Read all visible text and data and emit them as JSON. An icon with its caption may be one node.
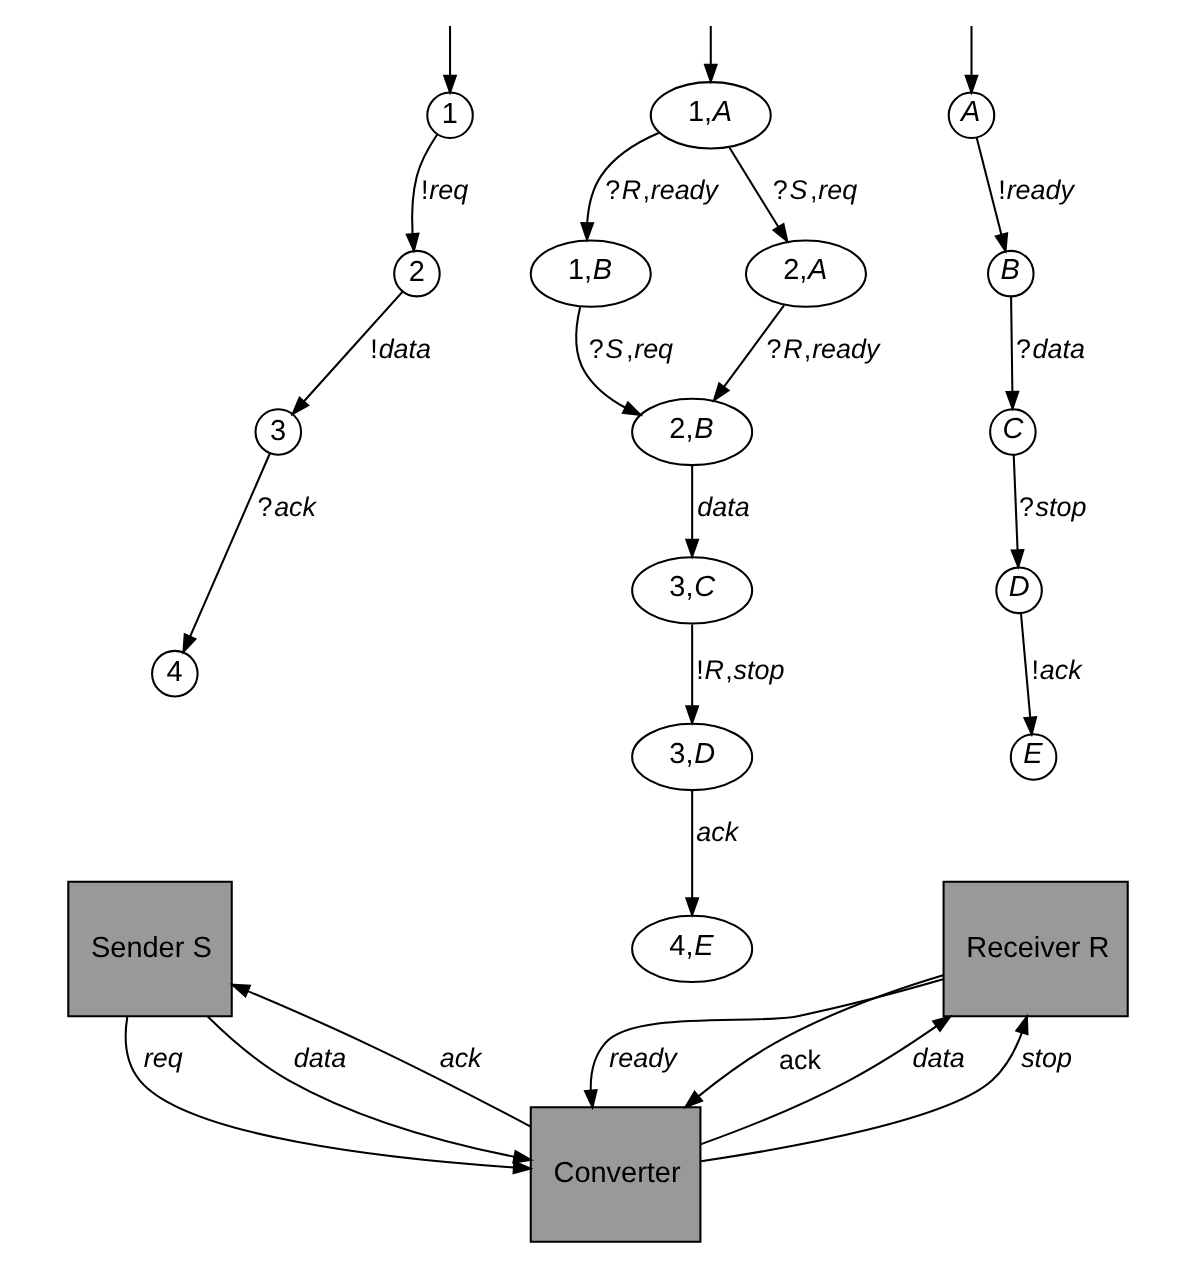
{
  "diagram": {
    "nodes": [
      {
        "text": [
          "1"
        ]
      },
      {
        "text": [
          "2"
        ]
      },
      {
        "text": [
          "3"
        ]
      },
      {
        "text": [
          "4"
        ]
      },
      {
        "text": [
          "1,*A*"
        ]
      },
      {
        "text": [
          "2,*A*"
        ]
      },
      {
        "text": [
          "1,*B*"
        ]
      },
      {
        "text": [
          "2,*B*"
        ]
      },
      {
        "text": [
          "3,*C*"
        ]
      },
      {
        "text": [
          "3,*D*"
        ]
      },
      {
        "text": [
          "4,*E*"
        ]
      },
      {
        "text": [
          "A"
        ]
      },
      {
        "text": [
          "B"
        ]
      },
      {
        "text": [
          "C"
        ]
      },
      {
        "text": [
          "D"
        ]
      },
      {
        "text": [
          "E"
        ]
      },
      {
        "text": [
          "Sender S"
        ]
      },
      {
        "text": [
          "Converter"
        ]
      },
      {
        "text": [
          "Receiver R"
        ]
      }
    ],
    "edges": [
      {
        "from": null,
        "to": 0,
        "arrow": "to"
      },
      {
        "from": 0,
        "to": 1,
        "arrow": "to",
        "label": "!*req*"
      },
      {
        "from": 1,
        "to": 2,
        "arrow": "to",
        "label": "!*data*"
      },
      {
        "from": 2,
        "to": 3,
        "arrow": "to",
        "label": "?*ack*"
      },
      {
        "from": null,
        "to": 4,
        "arrow": "to"
      },
      {
        "from": 4,
        "to": 5,
        "arrow": "to",
        "label": "?*S*,*req*"
      },
      {
        "from": 4,
        "to": 6,
        "arrow": "to",
        "label": "?*R*,*ready*"
      },
      {
        "from": 5,
        "to": 7,
        "arrow": "to",
        "label": "?*R*,*ready*"
      },
      {
        "from": 6,
        "to": 7,
        "arrow": "to",
        "label": "?*S*,*req*"
      },
      {
        "from": 7,
        "to": 8,
        "arrow": "to",
        "label": "data"
      },
      {
        "from": 8,
        "to": 9,
        "arrow": "to",
        "label": "!*R*,*stop*"
      },
      {
        "from": 9,
        "to": 10,
        "arrow": "to",
        "label": "ack"
      },
      {
        "from": null,
        "to": 11,
        "arrow": "to"
      },
      {
        "from": 11,
        "to": 12,
        "arrow": "to",
        "label": "!*ready*"
      },
      {
        "from": 12,
        "to": 13,
        "arrow": "to",
        "label": "?*data*"
      },
      {
        "from": 13,
        "to": 14,
        "arrow": "to",
        "label": "?*stop*"
      },
      {
        "from": 14,
        "to": 15,
        "arrow": "to",
        "label": "!*ack*"
      },
      {
        "from": 16,
        "to": 17,
        "arrow": "to",
        "label": "req"
      },
      {
        "from": 16,
        "to": 17,
        "arrow": "to",
        "label": "data"
      },
      {
        "from": 17,
        "to": 16,
        "arrow": "to",
        "label": "ack"
      },
      {
        "from": 18,
        "to": 17,
        "arrow": "to",
        "label": "ready"
      },
      {
        "from": 17,
        "to": 18,
        "arrow": "to",
        "label": "data"
      },
      {
        "from": 17,
        "to": 18,
        "arrow": "to",
        "label": "stop"
      },
      {
        "from": 18,
        "to": 17,
        "arrow": "to",
        "label": "ack"
      }
    ]
  }
}
